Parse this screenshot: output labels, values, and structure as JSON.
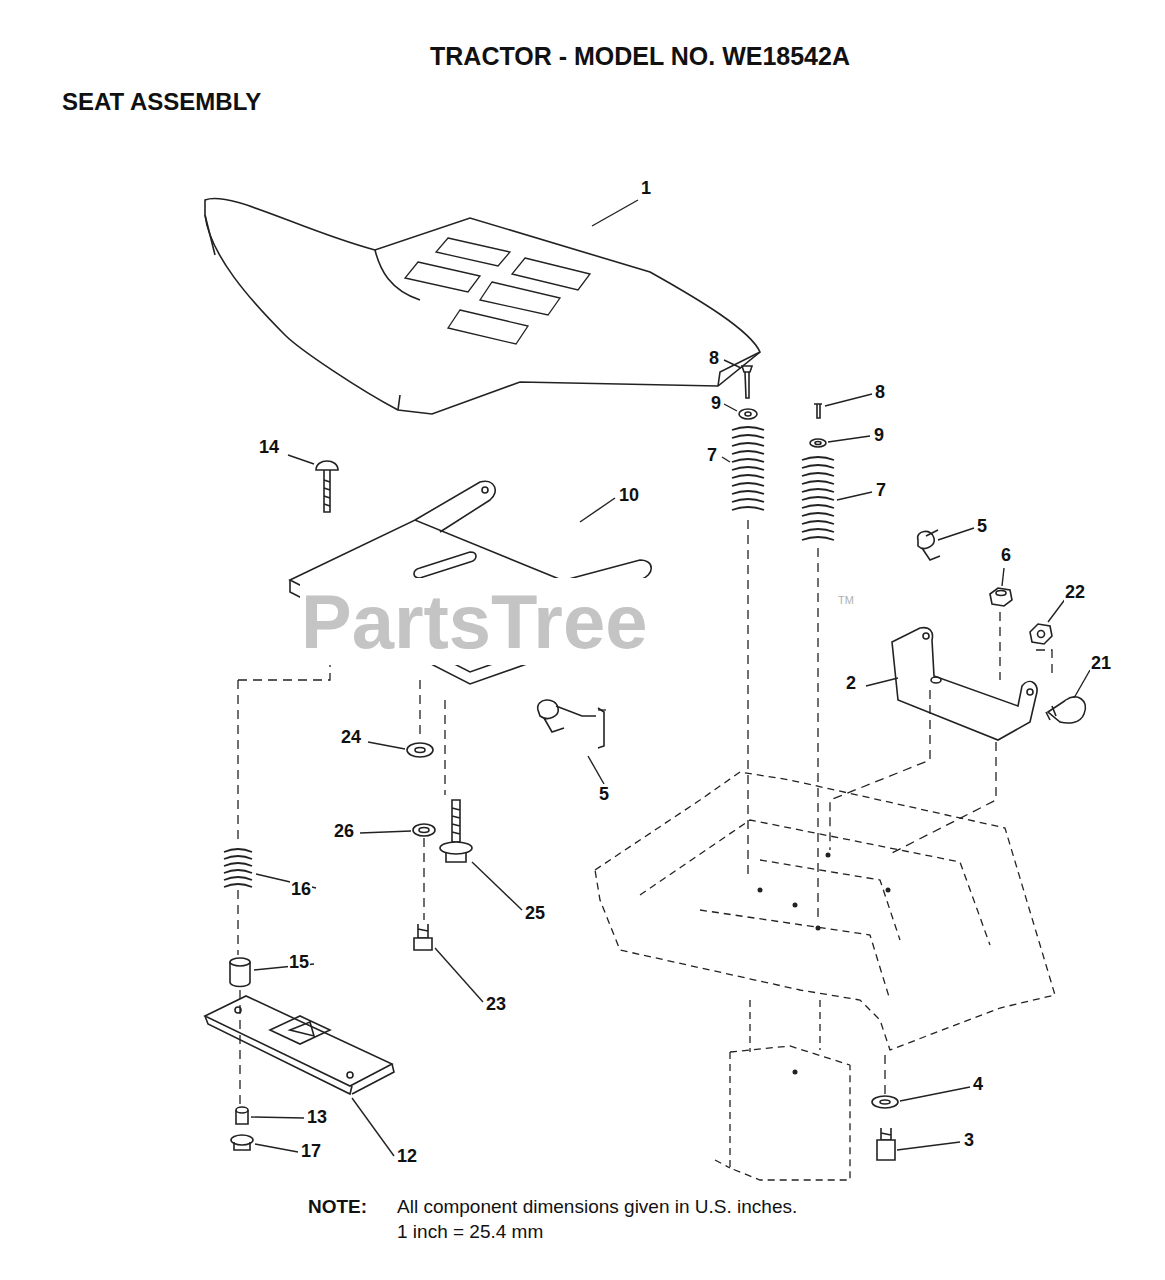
{
  "diagram": {
    "title": "TRACTOR - MODEL NO. WE18542A",
    "labels": [
      "SEAT ASSEMBLY",
      "1",
      "8",
      "9",
      "8",
      "9",
      "14",
      "10",
      "7",
      "7",
      "5",
      "6",
      "22",
      "2",
      "21",
      "5",
      "24",
      "26",
      "25",
      "16",
      "15",
      "23",
      "4",
      "3",
      "13",
      "17",
      "12",
      "PartsTree",
      "TM",
      "NOTE:",
      "All component dimensions given in U.S. inches.",
      "1 inch = 25.4 mm"
    ]
  }
}
